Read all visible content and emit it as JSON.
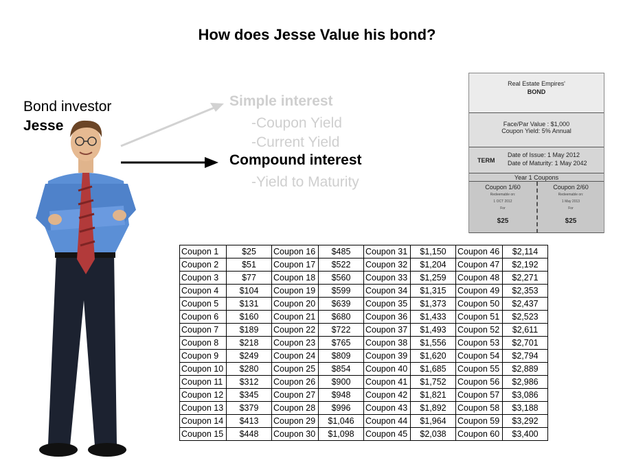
{
  "title": "How does Jesse Value his bond?",
  "person": {
    "role": "Bond investor",
    "name": "Jesse"
  },
  "menu": {
    "simple_interest": "Simple interest",
    "coupon_yield": "-Coupon Yield",
    "current_yield": "-Current Yield",
    "compound_interest": "Compound interest",
    "yield_to_maturity": "-Yield to Maturity"
  },
  "bond": {
    "issuer": "Real Estate Empires'",
    "type": "BOND",
    "face_value": "Face/Par Value : $1,000",
    "coupon_yield": "Coupon Yield: 5% Annual",
    "term_label": "TERM",
    "issue_date": "Date of Issue: 1 May 2012",
    "maturity_date": "Date of Maturity: 1 May 2042",
    "year_label": "Year 1 Coupons",
    "coupons": [
      {
        "title": "Coupon 1/60",
        "redeem": "Redeemable on:",
        "date": "1 OCT 2012",
        "for": "For",
        "value": "$25"
      },
      {
        "title": "Coupon 2/60",
        "redeem": "Redeemable on:",
        "date": "1 May 2013",
        "for": "For",
        "value": "$25"
      }
    ]
  },
  "table": {
    "rows": [
      [
        "Coupon 1",
        "$25",
        "Coupon 16",
        "$485",
        "Coupon 31",
        "$1,150",
        "Coupon 46",
        "$2,114"
      ],
      [
        "Coupon 2",
        "$51",
        "Coupon 17",
        "$522",
        "Coupon 32",
        "$1,204",
        "Coupon 47",
        "$2,192"
      ],
      [
        "Coupon 3",
        "$77",
        "Coupon 18",
        "$560",
        "Coupon 33",
        "$1,259",
        "Coupon 48",
        "$2,271"
      ],
      [
        "Coupon 4",
        "$104",
        "Coupon 19",
        "$599",
        "Coupon 34",
        "$1,315",
        "Coupon 49",
        "$2,353"
      ],
      [
        "Coupon 5",
        "$131",
        "Coupon 20",
        "$639",
        "Coupon 35",
        "$1,373",
        "Coupon 50",
        "$2,437"
      ],
      [
        "Coupon 6",
        "$160",
        "Coupon 21",
        "$680",
        "Coupon 36",
        "$1,433",
        "Coupon 51",
        "$2,523"
      ],
      [
        "Coupon 7",
        "$189",
        "Coupon 22",
        "$722",
        "Coupon 37",
        "$1,493",
        "Coupon 52",
        "$2,611"
      ],
      [
        "Coupon 8",
        "$218",
        "Coupon 23",
        "$765",
        "Coupon 38",
        "$1,556",
        "Coupon 53",
        "$2,701"
      ],
      [
        "Coupon 9",
        "$249",
        "Coupon 24",
        "$809",
        "Coupon 39",
        "$1,620",
        "Coupon 54",
        "$2,794"
      ],
      [
        "Coupon 10",
        "$280",
        "Coupon 25",
        "$854",
        "Coupon 40",
        "$1,685",
        "Coupon 55",
        "$2,889"
      ],
      [
        "Coupon 11",
        "$312",
        "Coupon 26",
        "$900",
        "Coupon 41",
        "$1,752",
        "Coupon 56",
        "$2,986"
      ],
      [
        "Coupon 12",
        "$345",
        "Coupon 27",
        "$948",
        "Coupon 42",
        "$1,821",
        "Coupon 57",
        "$3,086"
      ],
      [
        "Coupon 13",
        "$379",
        "Coupon 28",
        "$996",
        "Coupon 43",
        "$1,892",
        "Coupon 58",
        "$3,188"
      ],
      [
        "Coupon 14",
        "$413",
        "Coupon 29",
        "$1,046",
        "Coupon 44",
        "$1,964",
        "Coupon 59",
        "$3,292"
      ],
      [
        "Coupon 15",
        "$448",
        "Coupon 30",
        "$1,098",
        "Coupon 45",
        "$2,038",
        "Coupon 60",
        "$3,400"
      ]
    ]
  },
  "colors": {
    "faded_text": "#cfcfcf",
    "shirt": "#5b8fd6",
    "tie": "#b23a3a",
    "suit": "#1c2230"
  }
}
